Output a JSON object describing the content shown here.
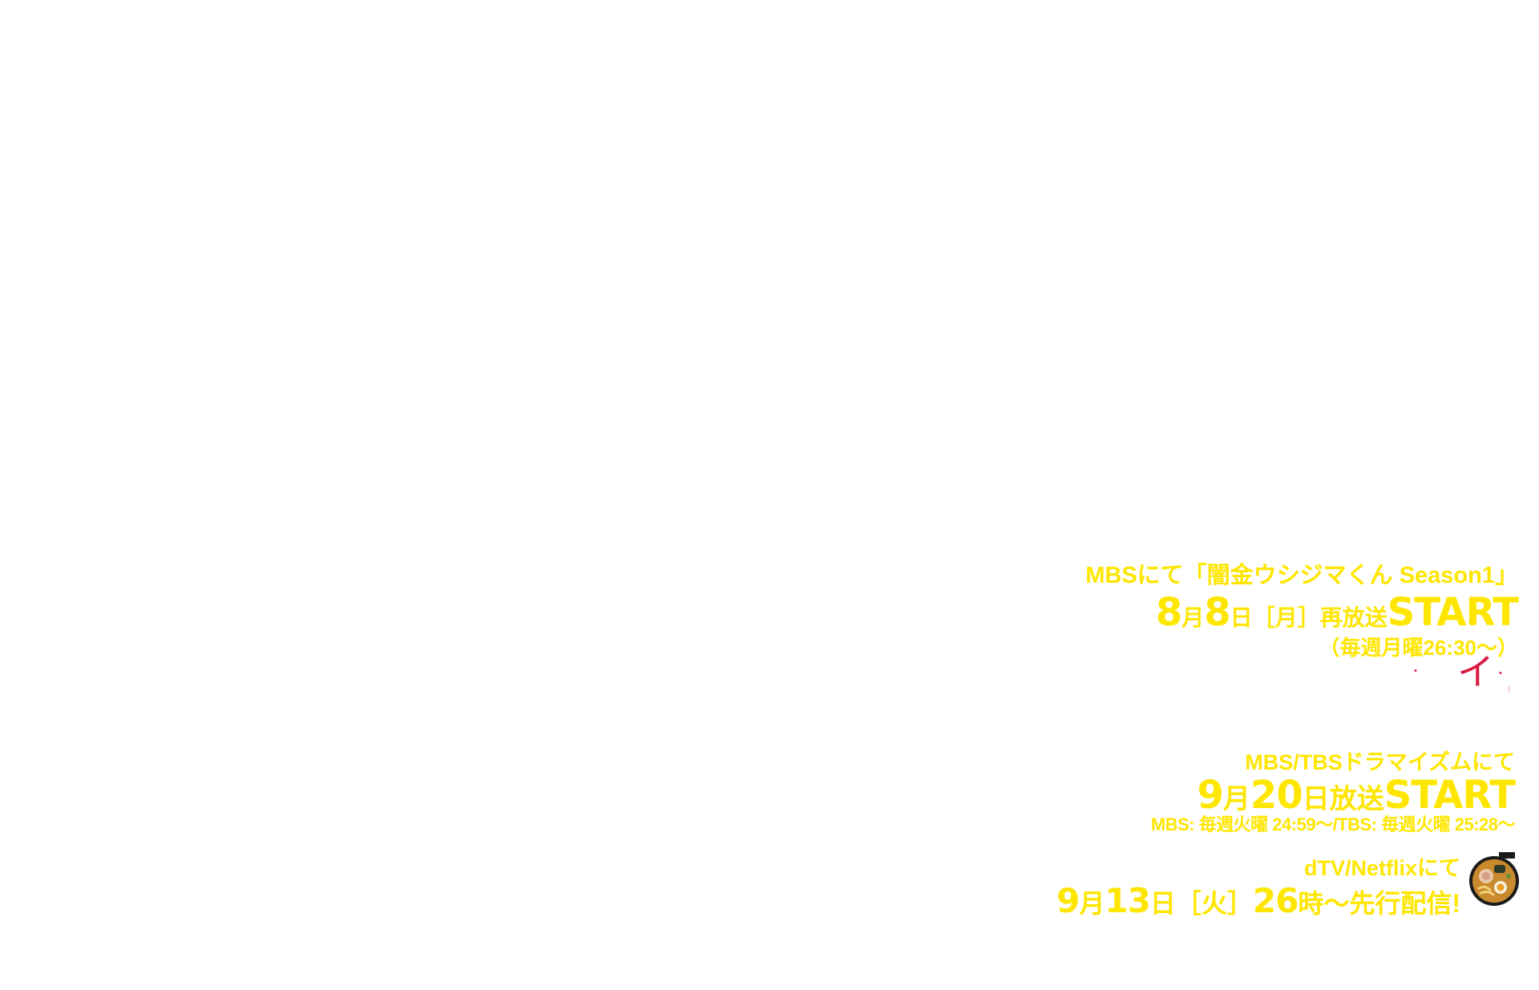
{
  "season1": {
    "line1": "MBSにて「闇金ウシジマくん Season1」",
    "date_month": "8",
    "month_char": "月",
    "date_day": "8",
    "day_char": "日",
    "weekday": "［月］",
    "rerun": "再放送",
    "start": "START",
    "schedule": "（毎週月曜26:30〜）"
  },
  "red_marks": {
    "dot1": "・",
    "kana": "イ",
    "dot2": "・",
    "dot3": "｜"
  },
  "drama": {
    "line1": "MBS/TBSドラマイズムにて",
    "date_month": "9",
    "month_char": "月",
    "date_day": "20",
    "day_char": "日",
    "broadcast": "放送",
    "start": "START",
    "schedule": "MBS: 毎週火曜 24:59〜/TBS: 毎週火曜 25:28〜"
  },
  "stream": {
    "line1": "dTV/Netflixにて",
    "date_month": "9",
    "month_char": "月",
    "date_day": "13",
    "day_char": "日",
    "weekday": "［火］",
    "time": "26",
    "rest": "時〜先行配信!"
  },
  "colors": {
    "accent_yellow": "#ffe600",
    "accent_red": "#d8193d",
    "background": "#ffffff"
  },
  "icons": {
    "ramen": "ramen-bowl-icon"
  }
}
